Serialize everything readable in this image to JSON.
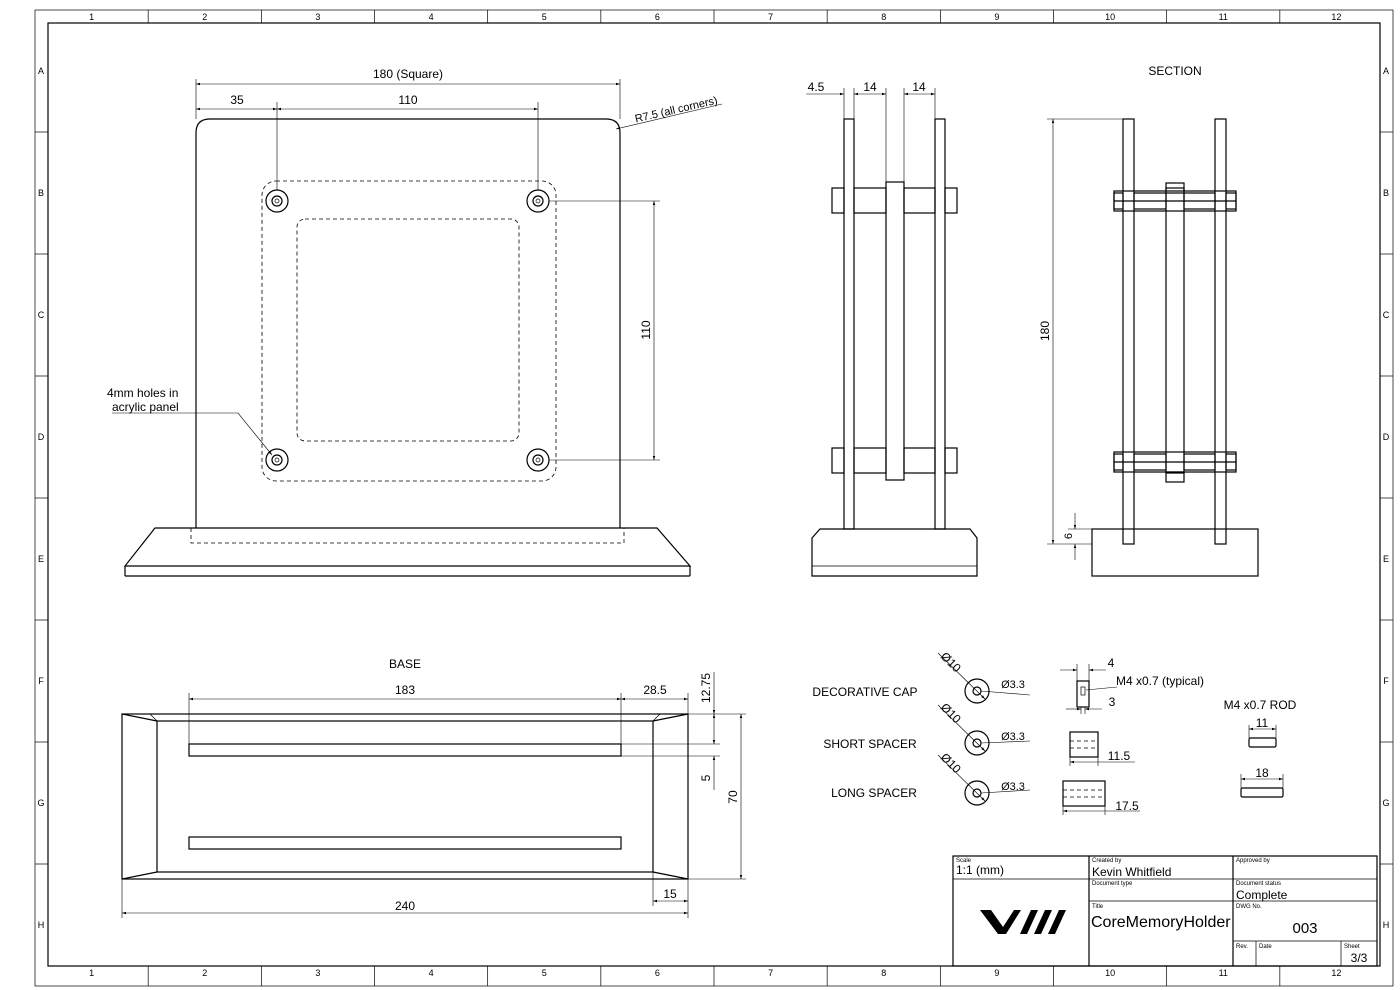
{
  "grid": {
    "columns": [
      "1",
      "2",
      "3",
      "4",
      "5",
      "6",
      "7",
      "8",
      "9",
      "10",
      "11",
      "12"
    ],
    "rows": [
      "A",
      "B",
      "C",
      "D",
      "E",
      "F",
      "G",
      "H"
    ]
  },
  "front_view": {
    "dim_width": "180 (Square)",
    "dim_hole_offset": "35",
    "dim_hole_spacing_h": "110",
    "dim_corner_radius": "R7.5 (all corners)",
    "dim_hole_spacing_v": "110",
    "note_line1": "4mm holes in",
    "note_line2": "acrylic panel"
  },
  "side_view": {
    "dim_a": "4.5",
    "dim_b": "14",
    "dim_c": "14"
  },
  "section_view": {
    "title": "SECTION",
    "dim_height": "180",
    "dim_base": "6"
  },
  "base_view": {
    "title": "BASE",
    "dim_slot_length": "183",
    "dim_end": "28.5",
    "dim_top": "12.75",
    "dim_slot_width": "5",
    "dim_depth": "70",
    "dim_length": "240",
    "dim_chamfer": "15"
  },
  "parts": {
    "cap_label": "DECORATIVE CAP",
    "short_label": "SHORT SPACER",
    "long_label": "LONG SPACER",
    "od": "Ø10",
    "id": "Ø3.3",
    "cap_dim_top": "4",
    "cap_dim_bottom": "3",
    "thread_note": "M4 x0.7 (typical)",
    "short_len": "11.5",
    "long_len": "17.5",
    "rod_title": "M4 x0.7 ROD",
    "rod_short": "11",
    "rod_long": "18"
  },
  "title_block": {
    "scale_label": "Scale",
    "scale_value": "1:1 (mm)",
    "created_label": "Created by",
    "created_value": "Kevin Whitfield",
    "approved_label": "Approved by",
    "doctype_label": "Document type",
    "status_label": "Document status",
    "status_value": "Complete",
    "title_label": "Title",
    "title_value": "CoreMemoryHolder",
    "dwg_label": "DWG No.",
    "dwg_value": "003",
    "rev_label": "Rev.",
    "date_label": "Date",
    "sheet_label": "Sheet",
    "sheet_value": "3/3",
    "logo_text": "VIII"
  }
}
